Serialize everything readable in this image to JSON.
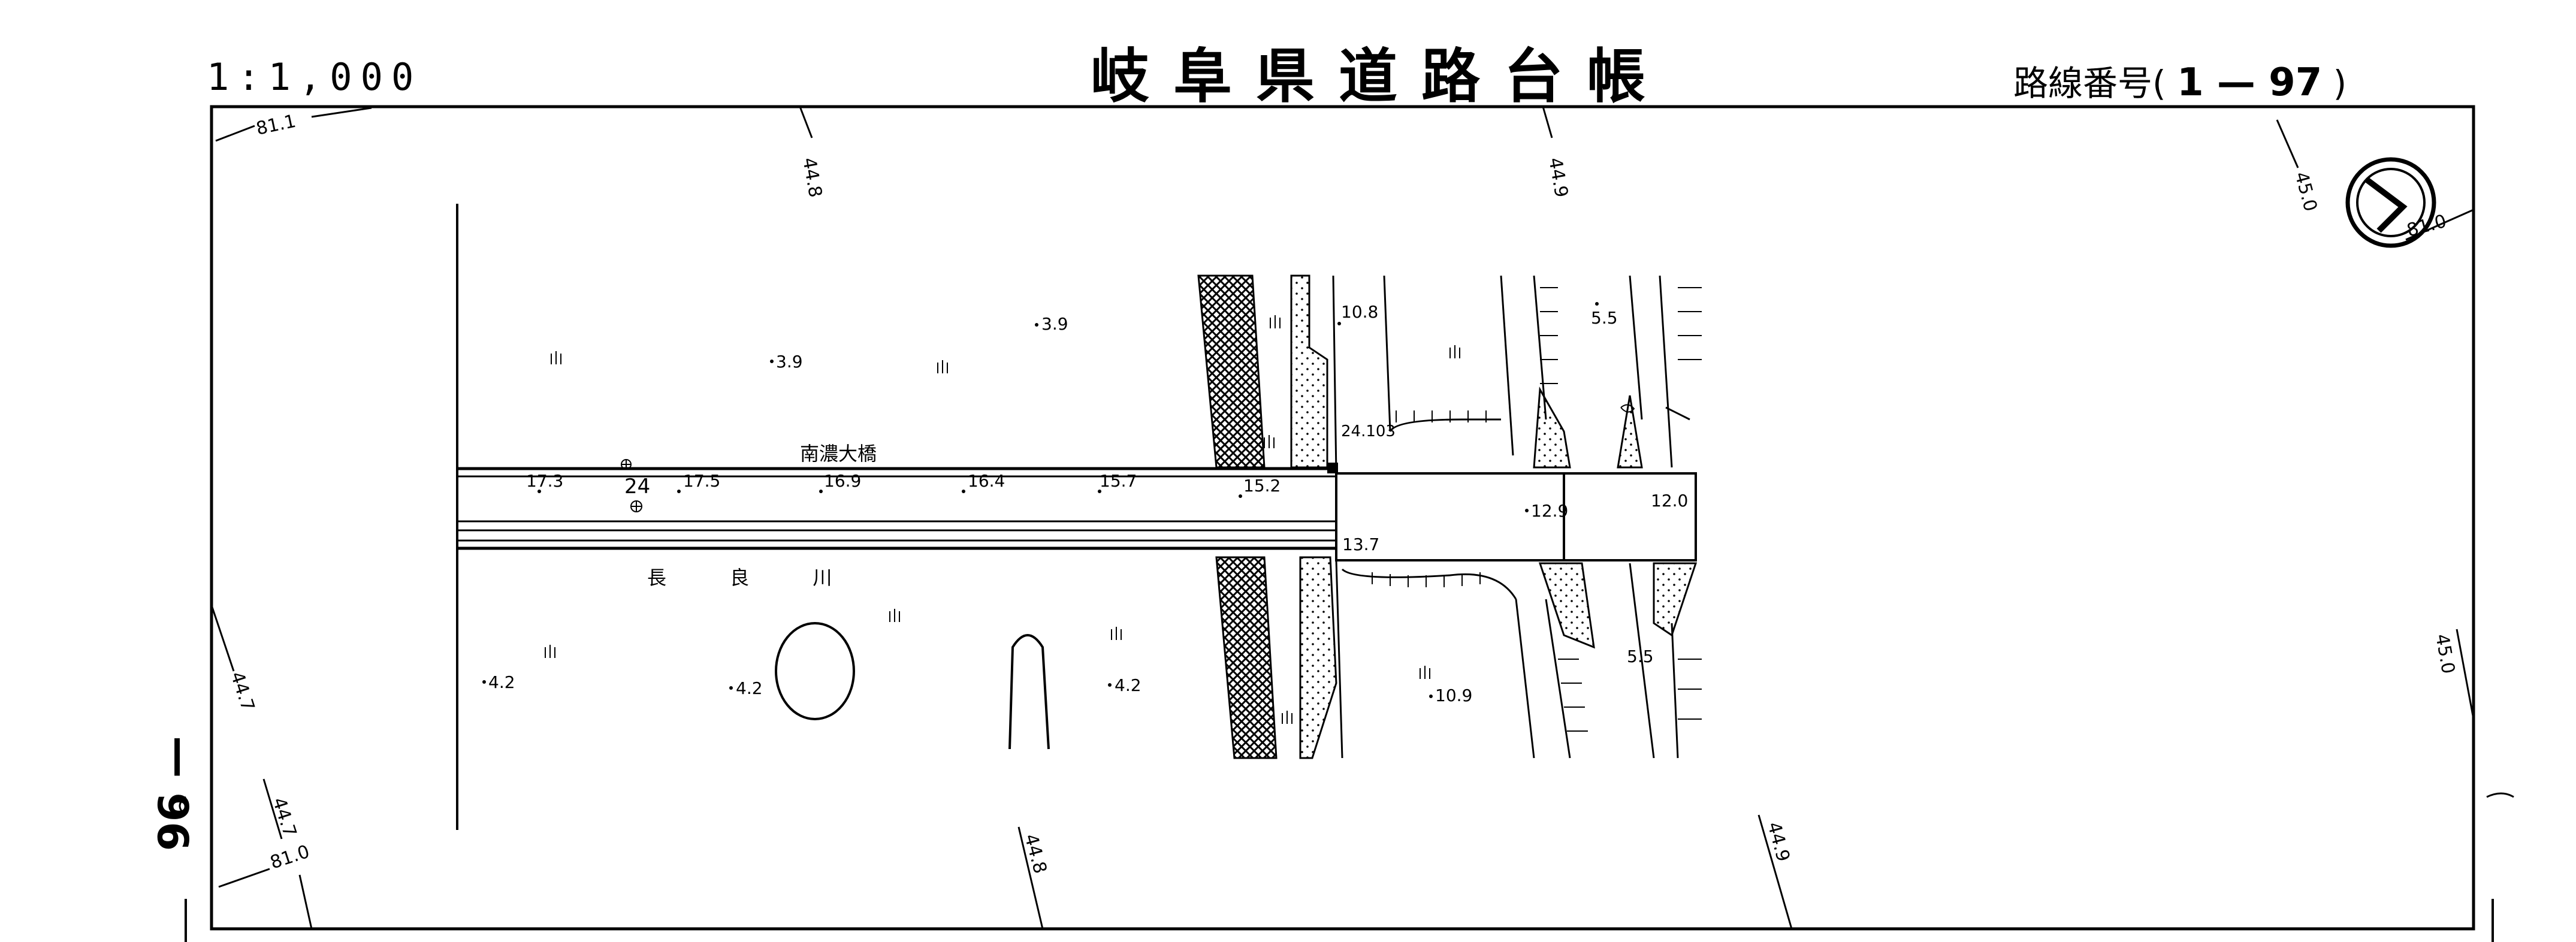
{
  "header": {
    "title": "岐阜県道路台帳",
    "scale": "1:1,000",
    "route_label": "路線番号(",
    "route_number": "1 — 97",
    "route_close": ")",
    "sheet_number": "96 —"
  },
  "map": {
    "bridge_name": "南濃大橋",
    "river_name": "長 良 川",
    "station_marker": "24",
    "junction_label": "24.103",
    "elevations": [
      "17.3",
      "17.5",
      "16.9",
      "16.4",
      "15.7",
      "15.2",
      "13.7",
      "12.9",
      "12.0",
      "10.8",
      "10.9",
      "5.5",
      "5.5",
      "3.9",
      "3.9",
      "4.2",
      "4.2",
      "4.2"
    ],
    "grid_labels": [
      "81.1",
      "44.8",
      "44.9",
      "45.0",
      "81.0",
      "44.7",
      "45.0",
      "44.7",
      "81.0",
      "44.8",
      "44.9"
    ]
  },
  "colors": {
    "ink": "#000000",
    "paper": "#ffffff"
  }
}
